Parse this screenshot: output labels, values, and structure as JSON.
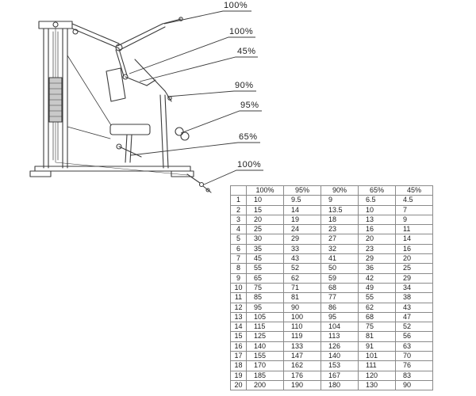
{
  "labels": [
    "100%",
    "100%",
    "45%",
    "90%",
    "95%",
    "65%",
    "100%"
  ],
  "table": {
    "headers": [
      "",
      "100%",
      "95%",
      "90%",
      "65%",
      "45%"
    ],
    "rows": [
      [
        "1",
        "10",
        "9.5",
        "9",
        "6.5",
        "4.5"
      ],
      [
        "2",
        "15",
        "14",
        "13.5",
        "10",
        "7"
      ],
      [
        "3",
        "20",
        "19",
        "18",
        "13",
        "9"
      ],
      [
        "4",
        "25",
        "24",
        "23",
        "16",
        "11"
      ],
      [
        "5",
        "30",
        "29",
        "27",
        "20",
        "14"
      ],
      [
        "6",
        "35",
        "33",
        "32",
        "23",
        "16"
      ],
      [
        "7",
        "45",
        "43",
        "41",
        "29",
        "20"
      ],
      [
        "8",
        "55",
        "52",
        "50",
        "36",
        "25"
      ],
      [
        "9",
        "65",
        "62",
        "59",
        "42",
        "29"
      ],
      [
        "10",
        "75",
        "71",
        "68",
        "49",
        "34"
      ],
      [
        "11",
        "85",
        "81",
        "77",
        "55",
        "38"
      ],
      [
        "12",
        "95",
        "90",
        "86",
        "62",
        "43"
      ],
      [
        "13",
        "105",
        "100",
        "95",
        "68",
        "47"
      ],
      [
        "14",
        "115",
        "110",
        "104",
        "75",
        "52"
      ],
      [
        "15",
        "125",
        "119",
        "113",
        "81",
        "56"
      ],
      [
        "16",
        "140",
        "133",
        "126",
        "91",
        "63"
      ],
      [
        "17",
        "155",
        "147",
        "140",
        "101",
        "70"
      ],
      [
        "18",
        "170",
        "162",
        "153",
        "111",
        "76"
      ],
      [
        "19",
        "185",
        "176",
        "167",
        "120",
        "83"
      ],
      [
        "20",
        "200",
        "190",
        "180",
        "130",
        "90"
      ]
    ]
  }
}
